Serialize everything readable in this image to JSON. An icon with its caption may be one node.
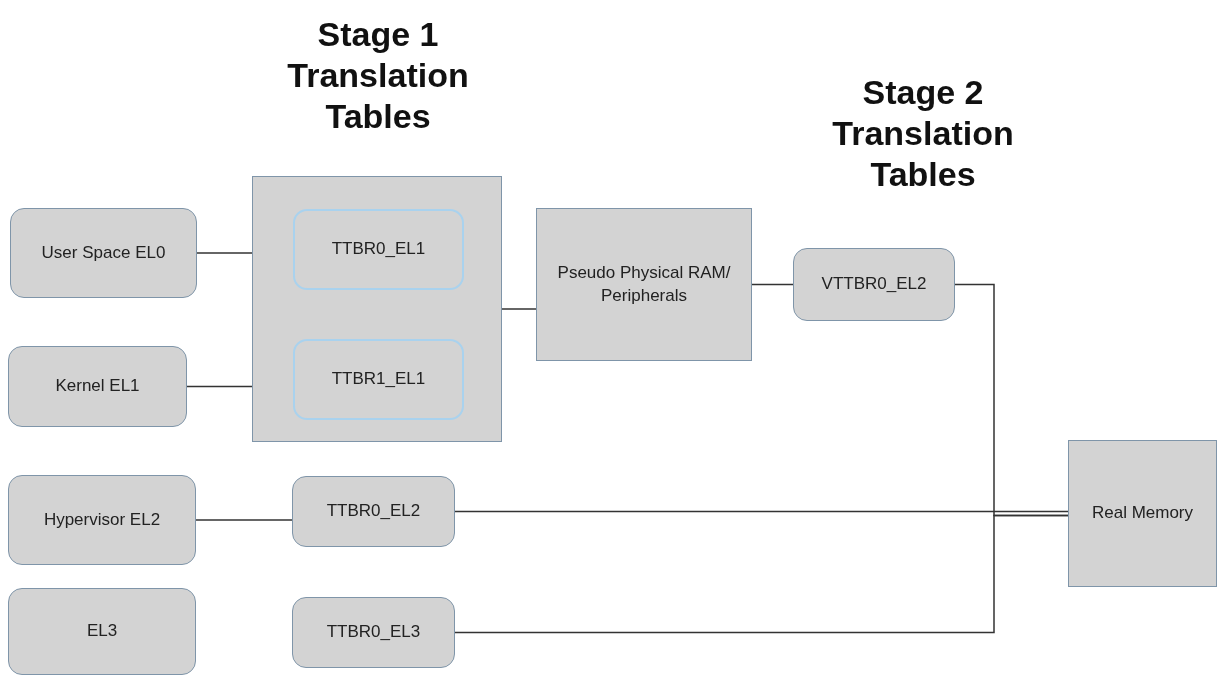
{
  "diagram": {
    "nodes": [
      {
        "text": [
          "User Space EL0"
        ]
      },
      {
        "text": [
          "Kernel EL1"
        ]
      },
      {
        "text": [],
        "shape": "box"
      },
      {
        "text": [
          "TTBR0_EL1"
        ],
        "in": 2
      },
      {
        "text": [
          "TTBR1_EL1"
        ],
        "in": 2
      },
      {
        "text": [
          "Pseudo Physical RAM/ Peripherals"
        ]
      },
      {
        "text": [
          "VTTBR0_EL2"
        ]
      },
      {
        "text": [
          "Hypervisor EL2"
        ]
      },
      {
        "text": [
          "TTBR0_EL2"
        ]
      },
      {
        "text": [
          "EL3"
        ]
      },
      {
        "text": [
          "TTBR0_EL3"
        ]
      },
      {
        "text": [
          "Real Memory"
        ]
      }
    ],
    "edges": [
      {
        "from": 0,
        "to": 3,
        "arrow": "none"
      },
      {
        "from": 1,
        "to": 4,
        "arrow": "none"
      },
      {
        "from": 2,
        "to": 5,
        "arrow": "none"
      },
      {
        "from": 5,
        "to": 6,
        "arrow": "none"
      },
      {
        "from": 7,
        "to": 8,
        "arrow": "none"
      },
      {
        "from": 8,
        "to": 11,
        "arrow": "none"
      },
      {
        "from": 6,
        "to": 11,
        "arrow": "none"
      },
      {
        "from": 10,
        "to": 11,
        "arrow": "none"
      }
    ],
    "labels": [
      "Stage 1 Translation Tables",
      "Stage 2 Translation Tables"
    ]
  }
}
